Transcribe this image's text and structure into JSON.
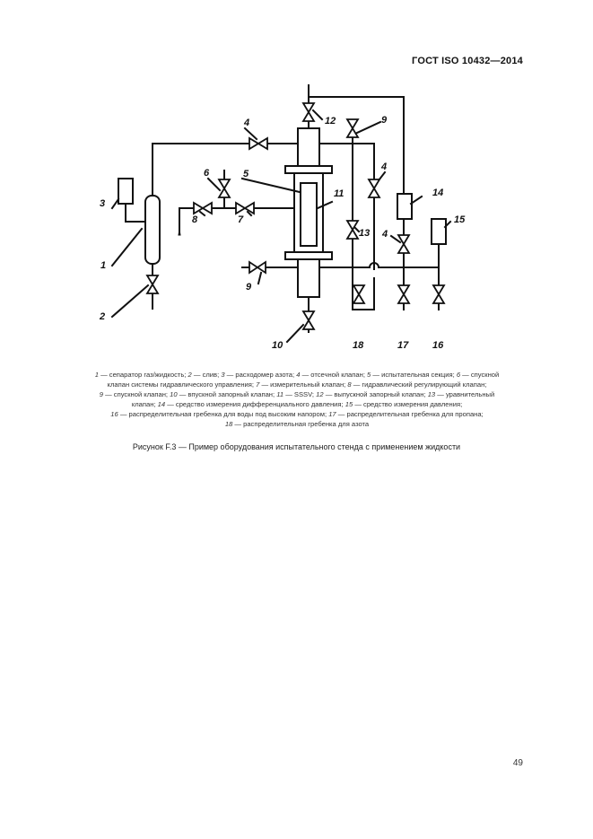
{
  "header": {
    "standard": "ГОСТ ISO 10432—2014"
  },
  "diagram": {
    "labels": {
      "l1": "1",
      "l2": "2",
      "l3": "3",
      "l4a": "4",
      "l4b": "4",
      "l4c": "4",
      "l5": "5",
      "l6": "6",
      "l7": "7",
      "l8": "8",
      "l9a": "9",
      "l9b": "9",
      "l10": "10",
      "l11": "11",
      "l12": "12",
      "l13": "13",
      "l14": "14",
      "l15": "15",
      "l16": "16",
      "l17": "17",
      "l18": "18"
    }
  },
  "legend": {
    "lines": [
      [
        [
          "1",
          " — сепаратор газ/жидкость; "
        ],
        [
          "2",
          " — слив; "
        ],
        [
          "3",
          " — расходомер азота; "
        ],
        [
          "4",
          " — отсечной клапан; "
        ],
        [
          "5",
          " — испытательная секция; "
        ],
        [
          "6",
          " — спускной"
        ]
      ],
      [
        [
          "",
          "клапан системы гидравлического управления; "
        ],
        [
          "7",
          " — измерительный клапан; "
        ],
        [
          "8",
          " — гидравлический регулирующий клапан;"
        ]
      ],
      [
        [
          "9",
          " — спускной клапан; "
        ],
        [
          "10",
          " — впускной запорный клапан; "
        ],
        [
          "11",
          " — SSSV; "
        ],
        [
          "12",
          " — выпускной запорный клапан; "
        ],
        [
          "13",
          " — уравнительный"
        ]
      ],
      [
        [
          "",
          "клапан; "
        ],
        [
          "14",
          " — средство измерения дифференциального давления; "
        ],
        [
          "15",
          " — средство измерения давления;"
        ]
      ],
      [
        [
          "16",
          " — распределительная гребенка для воды под высоким напором;  "
        ],
        [
          "17",
          " — распределительная гребенка для пропана;"
        ]
      ],
      [
        [
          "18",
          " — распределительная гребенка для азота"
        ]
      ]
    ]
  },
  "caption": "Рисунок F.3 — Пример оборудования испытательного стенда с применением  жидкости",
  "page_number": "49"
}
